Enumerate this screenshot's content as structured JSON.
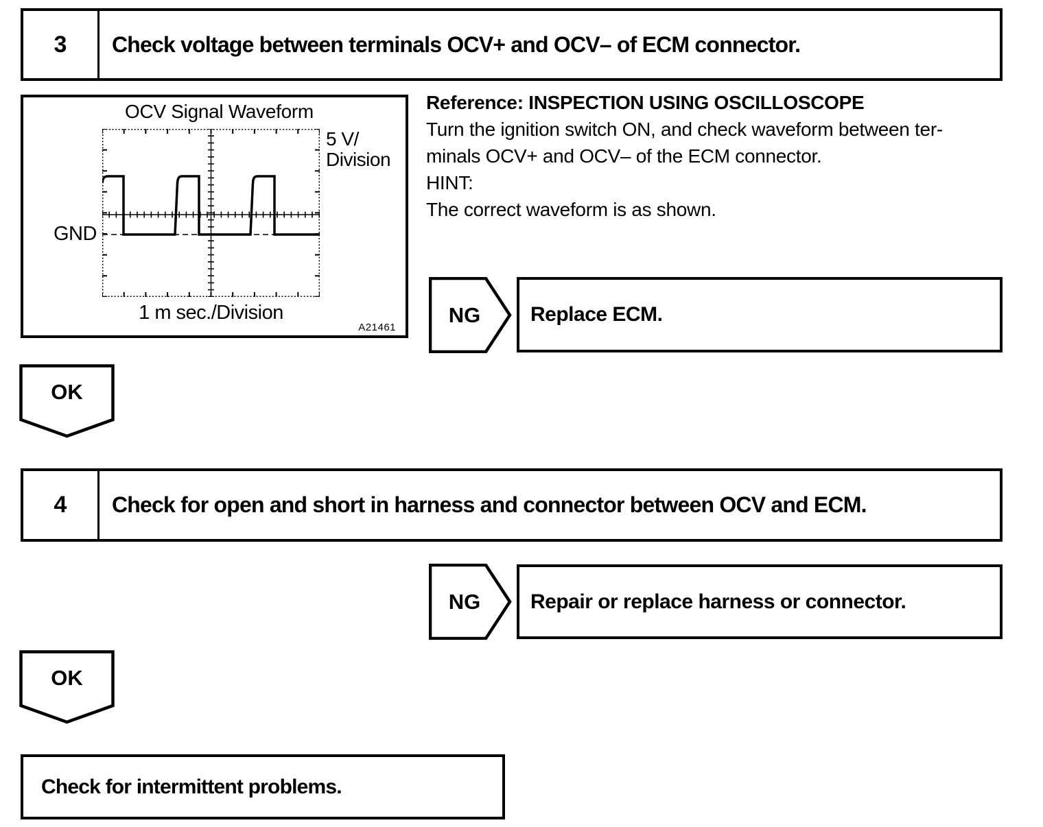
{
  "page": {
    "background_color": "#ffffff",
    "ink_color": "#000000"
  },
  "step3": {
    "number": "3",
    "title": "Check voltage between terminals OCV+ and OCV– of ECM connector."
  },
  "waveform_panel": {
    "title": "OCV Signal Waveform",
    "y_scale_line1": "5 V/",
    "y_scale_line2": "Division",
    "gnd_label": "GND",
    "x_scale_label": "1 m sec./Division",
    "figure_id": "A21461",
    "waveform_type": "square pulse train, high level above center line, low level at GND"
  },
  "reference": {
    "line1": "Reference: INSPECTION USING OSCILLOSCOPE",
    "line2": "Turn the ignition switch ON, and check waveform between ter-",
    "line3": "minals OCV+ and OCV– of the ECM connector.",
    "line4": "HINT:",
    "line5": "The correct waveform is as shown."
  },
  "ng1": {
    "label": "NG",
    "action": "Replace ECM."
  },
  "ok1": {
    "label": "OK"
  },
  "step4": {
    "number": "4",
    "title": "Check for open and short in harness and connector between OCV and ECM."
  },
  "ng2": {
    "label": "NG",
    "action": "Repair or replace harness or connector."
  },
  "ok2": {
    "label": "OK"
  },
  "final_box": {
    "text": "Check for intermittent problems."
  }
}
